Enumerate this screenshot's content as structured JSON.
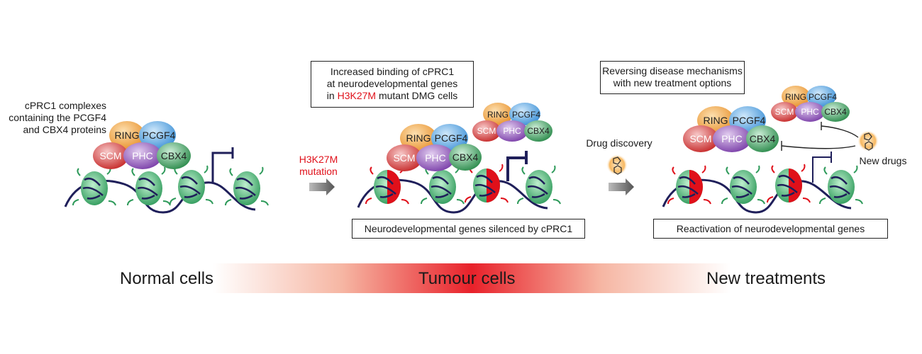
{
  "panel1": {
    "label_lines": [
      "cPRC1 complexes",
      "containing the PCGF4",
      "and CBX4 proteins"
    ],
    "complex": {
      "ring": "RING",
      "pcgf": "PCGF4",
      "scm": "SCM",
      "phc": "PHC",
      "cbx": "CBX4"
    }
  },
  "transition1": {
    "line1": "H3K27M",
    "line2": "mutation"
  },
  "panel2": {
    "box_top_line1": "Increased binding of cPRC1",
    "box_top_line2": "at neurodevelopmental genes",
    "box_top_line3_prefix": "in ",
    "box_top_line3_red": "H3K27M",
    "box_top_line3_suffix": " mutant DMG cells",
    "box_bottom": "Neurodevelopmental genes silenced by cPRC1",
    "complex": {
      "ring": "RING",
      "pcgf": "PCGF4",
      "scm": "SCM",
      "phc": "PHC",
      "cbx": "CBX4"
    }
  },
  "transition2": {
    "label": "Drug discovery"
  },
  "panel3": {
    "box_top_line1": "Reversing disease mechanisms",
    "box_top_line2": "with new treatment options",
    "new_drugs": "New drugs",
    "box_bottom": "Reactivation of neurodevelopmental genes",
    "complex": {
      "ring": "RING",
      "pcgf": "PCGF4",
      "scm": "SCM",
      "phc": "PHC",
      "cbx": "CBX4"
    }
  },
  "stages": {
    "normal": "Normal cells",
    "tumour": "Tumour cells",
    "treatment": "New treatments"
  },
  "colors": {
    "ring": "#f0a040",
    "pcgf": "#5aa8e0",
    "scm": "#d43a3a",
    "phc": "#8a4fb0",
    "cbx": "#3a9a5a",
    "dna": "#1f1f5a",
    "nucleosome": "#3aa86a",
    "mark": "#e0101a",
    "drug": "#f4a640",
    "arrow": "#555555"
  }
}
